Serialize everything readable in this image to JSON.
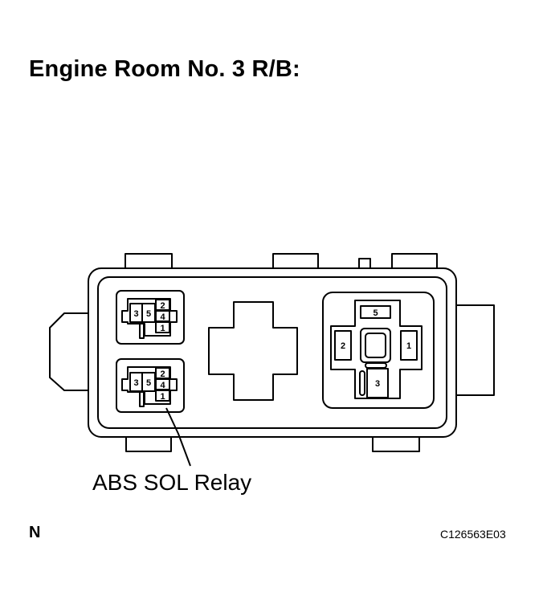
{
  "title": "Engine Room No. 3 R/B:",
  "callout_label": "ABS SOL Relay",
  "corner_letter": "N",
  "figure_code": "C126563E03",
  "small_relay_terminals": [
    "3",
    "5",
    "2",
    "4",
    "1"
  ],
  "large_relay_terminals": [
    "5",
    "2",
    "1",
    "3"
  ]
}
